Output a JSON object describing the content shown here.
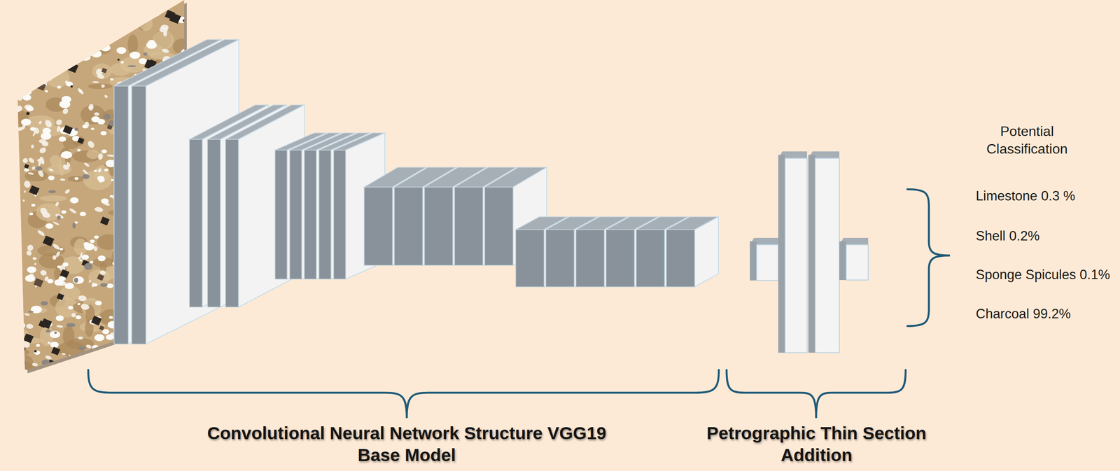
{
  "diagram": {
    "labels": [
      "Potential Classification",
      "Limestone 0.3 %",
      "Shell 0.2%",
      "Sponge Spicules 0.1%",
      "Charcoal 99.2%",
      "Convolutional Neural Network Structure VGG19 Base Model",
      "Petrographic Thin Section Addition"
    ]
  }
}
